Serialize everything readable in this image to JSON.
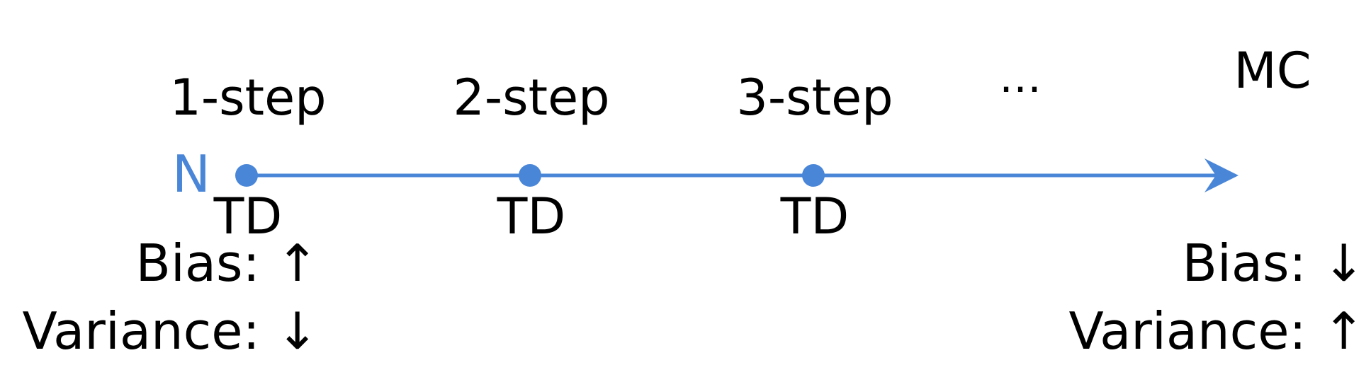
{
  "steps": [
    {
      "line1": "1-step",
      "line2": "TD"
    },
    {
      "line1": "2-step",
      "line2": "TD"
    },
    {
      "line1": "3-step",
      "line2": "TD"
    }
  ],
  "ellipsis": "…",
  "end_label": "MC",
  "axis_label": "N",
  "left_tradeoff": {
    "bias": "Bias: ↑",
    "variance": "Variance: ↓"
  },
  "right_tradeoff": {
    "bias": "Bias: ↓",
    "variance": "Variance: ↑"
  },
  "colors": {
    "accent": "#4a86d8",
    "text": "#000000"
  }
}
